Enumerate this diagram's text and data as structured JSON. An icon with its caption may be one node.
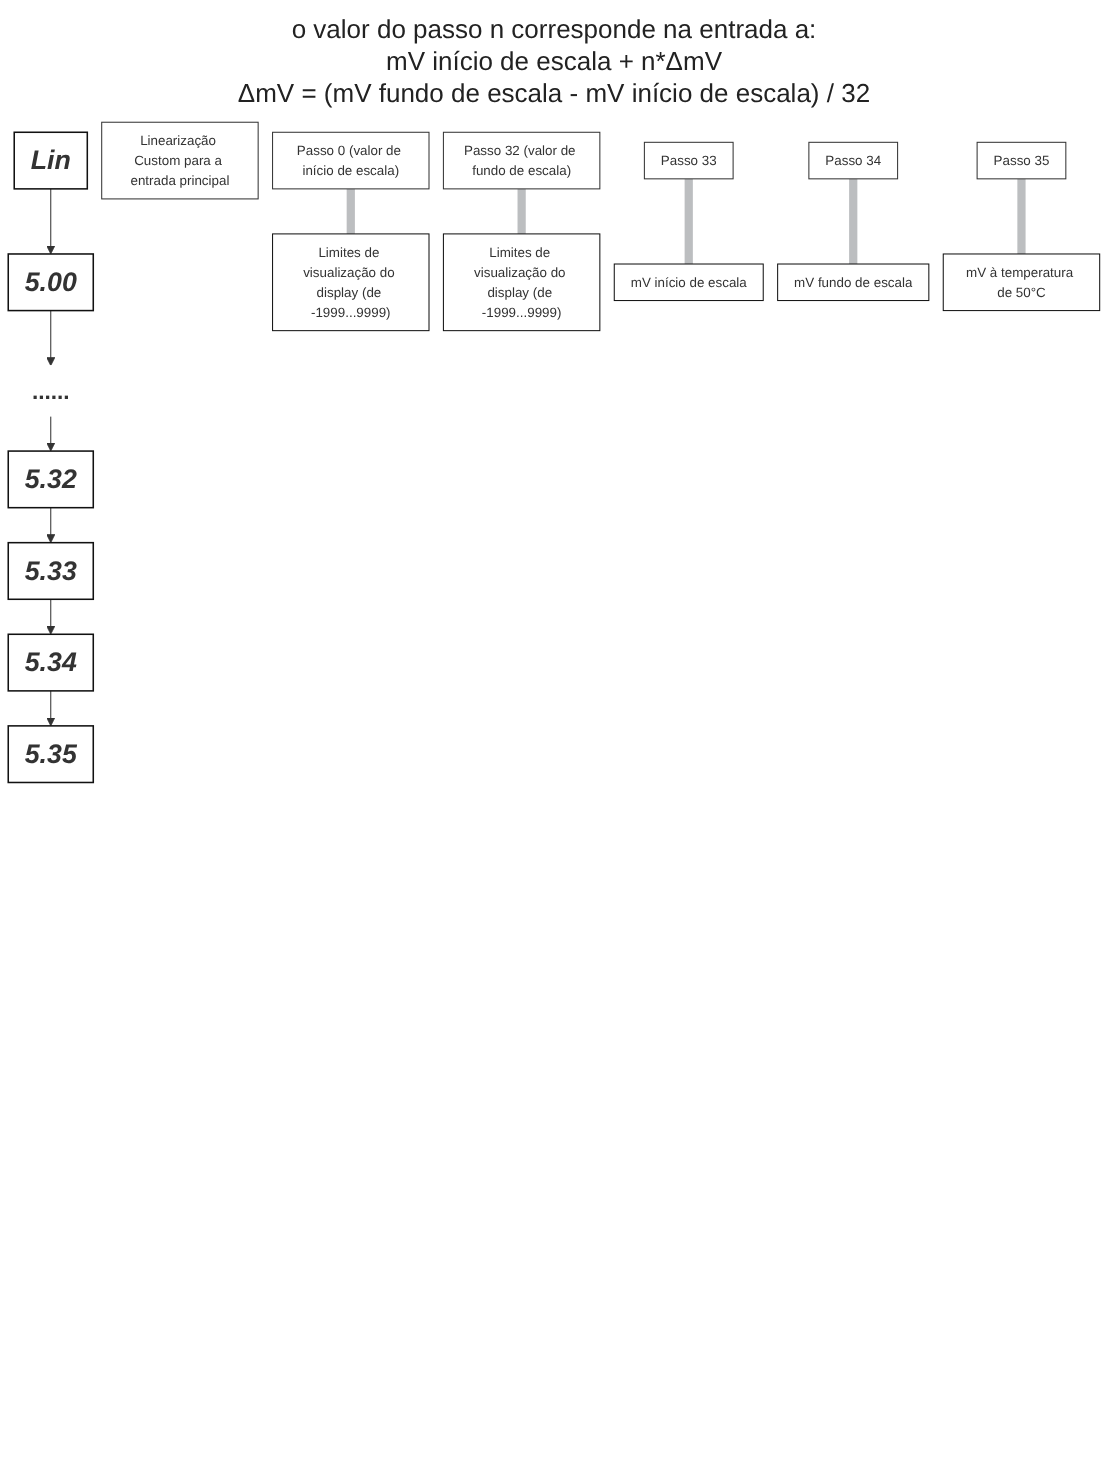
{
  "diagram": {
    "nodes": [
      {
        "text": [
          "Lin"
        ]
      },
      {
        "text": [
          "Linearização Custom para a entrada principal"
        ]
      },
      {
        "text": [
          "5.00"
        ]
      },
      {
        "text": [
          "Passo 0 (valor de início de escala)"
        ]
      },
      {
        "text": [
          "Limites de visualização do display (de -1999...9999)"
        ]
      },
      {
        "text": [
          "......"
        ]
      },
      {
        "text": [
          "5.32"
        ]
      },
      {
        "text": [
          "Passo 32 (valor de fundo de escala)"
        ]
      },
      {
        "text": [
          "Limites de visualização do display (de -1999...9999)"
        ]
      },
      {
        "text": [
          "5.33"
        ]
      },
      {
        "text": [
          "Passo 33"
        ]
      },
      {
        "text": [
          "mV início de escala"
        ]
      },
      {
        "text": [
          "5.34"
        ]
      },
      {
        "text": [
          "Passo 34"
        ]
      },
      {
        "text": [
          "mV fundo de escala"
        ]
      },
      {
        "text": [
          "5.35"
        ]
      },
      {
        "text": [
          "Passo 35"
        ]
      },
      {
        "text": [
          "mV à temperatura de 50°C"
        ]
      }
    ],
    "edges": [
      {
        "from": 0,
        "to": 2,
        "arrow": "to"
      },
      {
        "from": 2,
        "to": 5,
        "arrow": "to"
      },
      {
        "from": 5,
        "to": 6,
        "arrow": "to"
      },
      {
        "from": 6,
        "to": 9,
        "arrow": "to"
      },
      {
        "from": 9,
        "to": 12,
        "arrow": "to"
      },
      {
        "from": 12,
        "to": 15,
        "arrow": "to"
      },
      {
        "from": 3,
        "to": 4,
        "arrow": "none",
        "style": "thick",
        "color": "#bcbec0"
      },
      {
        "from": 7,
        "to": 8,
        "arrow": "none",
        "style": "thick",
        "color": "#bcbec0"
      },
      {
        "from": 10,
        "to": 11,
        "arrow": "none",
        "style": "thick",
        "color": "#bcbec0"
      },
      {
        "from": 13,
        "to": 14,
        "arrow": "none",
        "style": "thick",
        "color": "#bcbec0"
      },
      {
        "from": 16,
        "to": 17,
        "arrow": "none",
        "style": "thick",
        "color": "#bcbec0"
      }
    ],
    "labels": [
      "o valor do passo n corresponde na entrada a:",
      "mV início de escala + n*ΔmV",
      "ΔmV = (mV fundo de escala - mV início de escala) / 32"
    ]
  }
}
